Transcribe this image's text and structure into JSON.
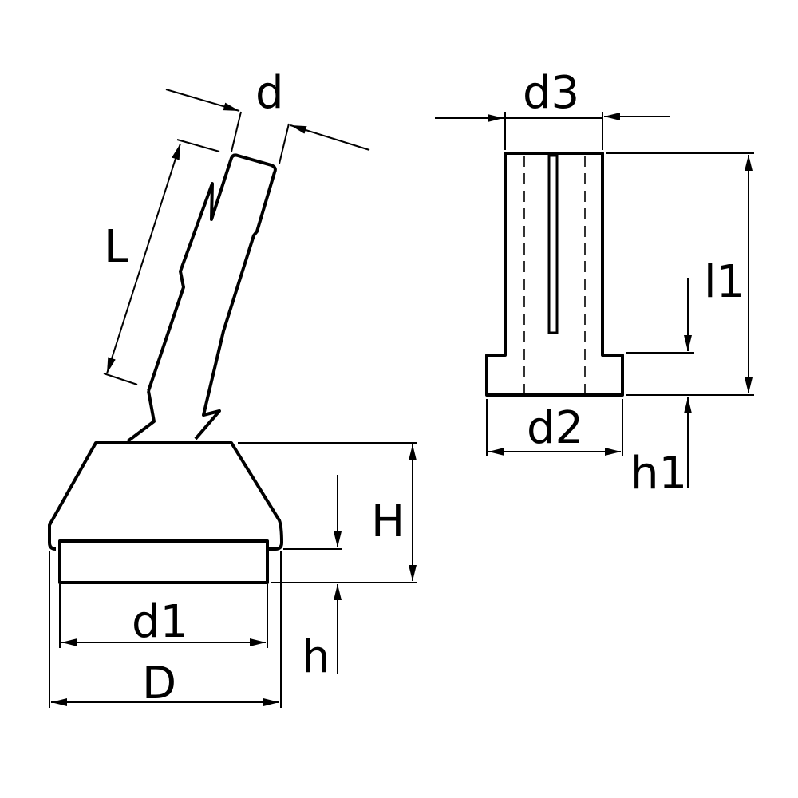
{
  "diagram": {
    "colors": {
      "line": "#000000",
      "background": "#ffffff"
    },
    "labels": {
      "d": "d",
      "L": "L",
      "d3": "d3",
      "l1": "l1",
      "d2": "d2",
      "h1": "h1",
      "H": "H",
      "d1": "d1",
      "D": "D",
      "h": "h"
    }
  }
}
